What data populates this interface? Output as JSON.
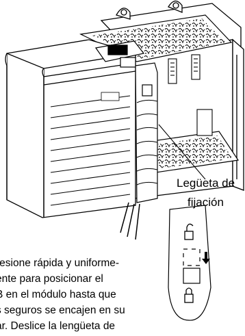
{
  "callout": {
    "label_line1": "Legüeta de",
    "label_line2": "fijación",
    "lock_open_icon": "unlock-icon",
    "lock_closed_icon": "lock-icon",
    "arrow_icon": "arrow-down-icon"
  },
  "body_text": {
    "lines": [
      "resione rápida y uniforme-",
      "ente para posicionar el",
      "B en el módulo hasta que",
      "s seguros se encajen en su",
      "ar. Deslice la lengüeta de"
    ]
  }
}
